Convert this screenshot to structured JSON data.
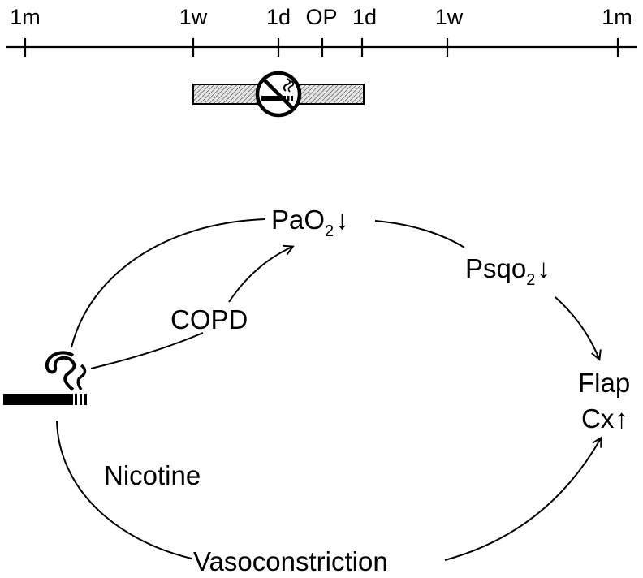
{
  "timeline": {
    "ticks": [
      "1m",
      "1w",
      "1d",
      "OP",
      "1d",
      "1w",
      "1m"
    ]
  },
  "nodes": {
    "pao2": {
      "main": "PaO",
      "sub": "2",
      "arrow": "↓"
    },
    "psqo2": {
      "main": "Psqo",
      "sub": "2",
      "arrow": "↓"
    },
    "copd": "COPD",
    "flap": "Flap",
    "cx": {
      "main": "Cx",
      "arrow": "↑"
    },
    "nicotine": "Nicotine",
    "vasoconstriction": "Vasoconstriction"
  },
  "icons": {
    "no_smoking": "no-smoking-icon",
    "cigarette": "cigarette-icon"
  },
  "colors": {
    "ink": "#000000",
    "hatch_fill": "#bfbfbf"
  }
}
